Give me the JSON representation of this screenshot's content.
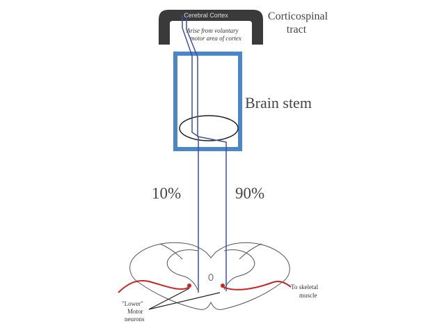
{
  "labels": {
    "cortex": "Cerebral Cortex",
    "tract_line1": "Corticospinal",
    "tract_line2": "tract",
    "arise_line1": "Arise from voluntary",
    "arise_line2": "motor area of cortex",
    "brain_stem": "Brain stem",
    "pct_left": "10%",
    "pct_right": "90%",
    "lower_line1": "\"Lower\"",
    "lower_line2": "Motor",
    "lower_line3": "neurons",
    "skeletal_line1": "To skeletal",
    "skeletal_line2": "muscle"
  },
  "colors": {
    "tract": "#3d4fa3",
    "brain_stem_box": "#4a86c8",
    "motor_axon": "#cc2222",
    "cortex_band": "#3a3a3a",
    "outline": "#555555"
  }
}
